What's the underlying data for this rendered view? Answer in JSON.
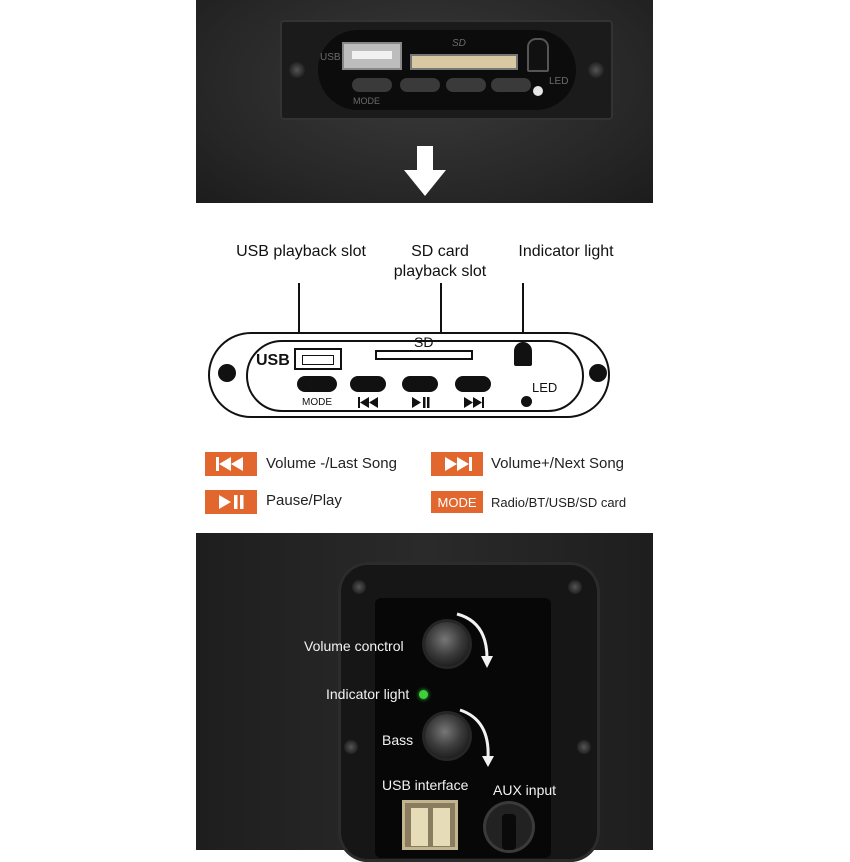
{
  "top_photo": {
    "usb_label": "USB",
    "sd_label": "SD",
    "led_label": "LED",
    "mode_label": "MODE"
  },
  "callouts": {
    "usb_slot": "USB playback slot",
    "sd_slot": "SD card playback slot",
    "indicator": "Indicator light"
  },
  "module": {
    "usb_label": "USB",
    "sd_label": "SD",
    "led_label": "LED",
    "mode_button_label": "MODE"
  },
  "legend": {
    "prev_text": "Volume -/Last Song",
    "next_text": "Volume+/Next Song",
    "play_text": "Pause/Play",
    "mode_badge": "MODE",
    "mode_text": "Radio/BT/USB/SD card"
  },
  "bottom": {
    "volume_label": "Volume conctrol",
    "indicator_label": "Indicator light",
    "bass_label": "Bass",
    "usb_label": "USB interface",
    "aux_label": "AUX input"
  },
  "colors": {
    "accent": "#e2672f",
    "indicator_green": "#3bd13b",
    "panel_dark": "#0c0c0c"
  }
}
